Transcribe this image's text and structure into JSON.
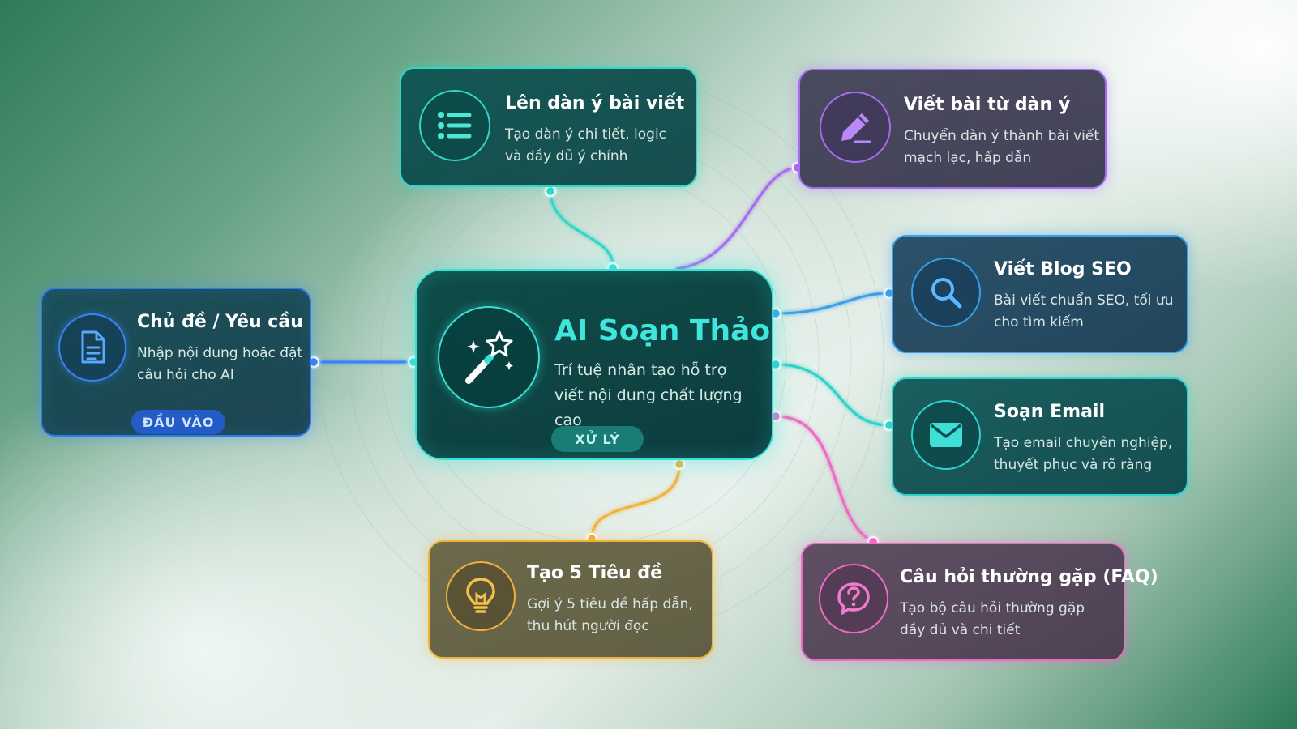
{
  "center": {
    "title": "AI Soạn Thảo",
    "desc": "Trí tuệ nhân tạo hỗ trợ\nviết nội dung chất lượng cao",
    "badge": "XỬ LÝ",
    "icon": "magic-wand-icon",
    "color": "#38e0d6"
  },
  "input": {
    "title": "Chủ đề / Yêu cầu",
    "desc": "Nhập nội dung hoặc đặt\ncâu hỏi cho AI",
    "badge": "ĐẦU VÀO",
    "icon": "document-icon",
    "color": "#3b82f6"
  },
  "outputs": {
    "outline": {
      "title": "Lên dàn ý bài viết",
      "desc": "Tạo dàn ý chi tiết, logic\nvà đầy đủ ý chính",
      "icon": "list-icon",
      "color": "#32d6c8"
    },
    "write": {
      "title": "Viết bài từ dàn ý",
      "desc": "Chuyển dàn ý thành bài viết\nmạch lạc, hấp dẫn",
      "icon": "pencil-icon",
      "color": "#a66cf0"
    },
    "seo": {
      "title": "Viết Blog SEO",
      "desc": "Bài viết chuẩn SEO, tối ưu\ncho tìm kiếm",
      "icon": "search-icon",
      "color": "#3a9fe8"
    },
    "email": {
      "title": "Soạn Email",
      "desc": "Tạo email chuyên nghiệp,\nthuyết phục và rõ ràng",
      "icon": "mail-icon",
      "color": "#2ed2cc"
    },
    "titles": {
      "title": "Tạo 5 Tiêu đề",
      "desc": "Gợi ý 5 tiêu đề hấp dẫn,\nthu hút người đọc",
      "icon": "lightbulb-icon",
      "color": "#f0b23c"
    },
    "faq": {
      "title": "Câu hỏi thường gặp (FAQ)",
      "desc": "Tạo bộ câu hỏi thường gặp\nđầy đủ và chi tiết",
      "icon": "question-bubble-icon",
      "color": "#ec6cc4"
    }
  }
}
